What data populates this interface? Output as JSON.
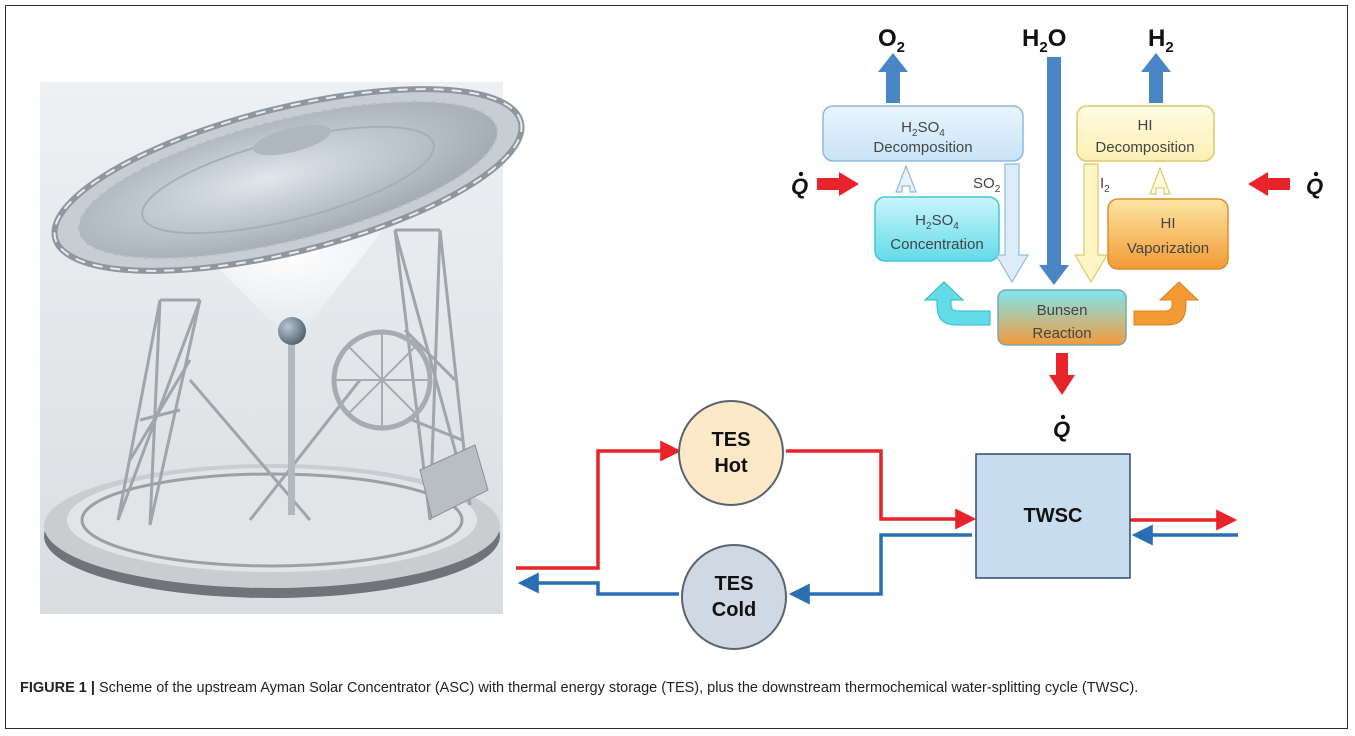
{
  "figure": {
    "caption_label": "FIGURE 1 |",
    "caption_text": " Scheme of the upstream Ayman Solar Concentrator (ASC) with thermal energy storage (TES), plus the downstream thermochemical water-splitting cycle (TWSC)."
  },
  "cycle": {
    "o2": "O2",
    "h2o": "H2O",
    "h2": "H2",
    "h2so4_decomposition": [
      "H2SO4",
      "Decomposition"
    ],
    "h2so4_concentration": [
      "H2SO4",
      "Concentration"
    ],
    "hi_decomposition": [
      "HI",
      "Decomposition"
    ],
    "hi_vaporization": [
      "HI",
      "Vaporization"
    ],
    "bunsen": [
      "Bunsen",
      "Reaction"
    ],
    "so2": "SO2",
    "i2": "I2",
    "heat_symbol": "Q"
  },
  "storage": {
    "tes_hot": [
      "TES",
      "Hot"
    ],
    "tes_cold": [
      "TES",
      "Cold"
    ],
    "twsc": "TWSC"
  },
  "colors": {
    "hot_line": "#e8232a",
    "cold_line": "#2a6fb5",
    "water_arrow": "#4a86c5",
    "cyan_box": "#8fe6ef",
    "orange_box": "#f4a340",
    "light_blue_box": "#d9ecfa",
    "light_yellow_box": "#fdf6c9"
  }
}
